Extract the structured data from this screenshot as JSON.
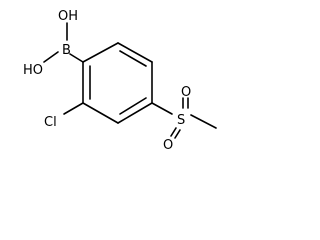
{
  "molecule": {
    "atoms": {
      "oh_top": "OH",
      "b": "B",
      "oh_left": "HO",
      "cl": "Cl",
      "s": "S",
      "o_top": "O",
      "o_bottom": "O"
    }
  }
}
